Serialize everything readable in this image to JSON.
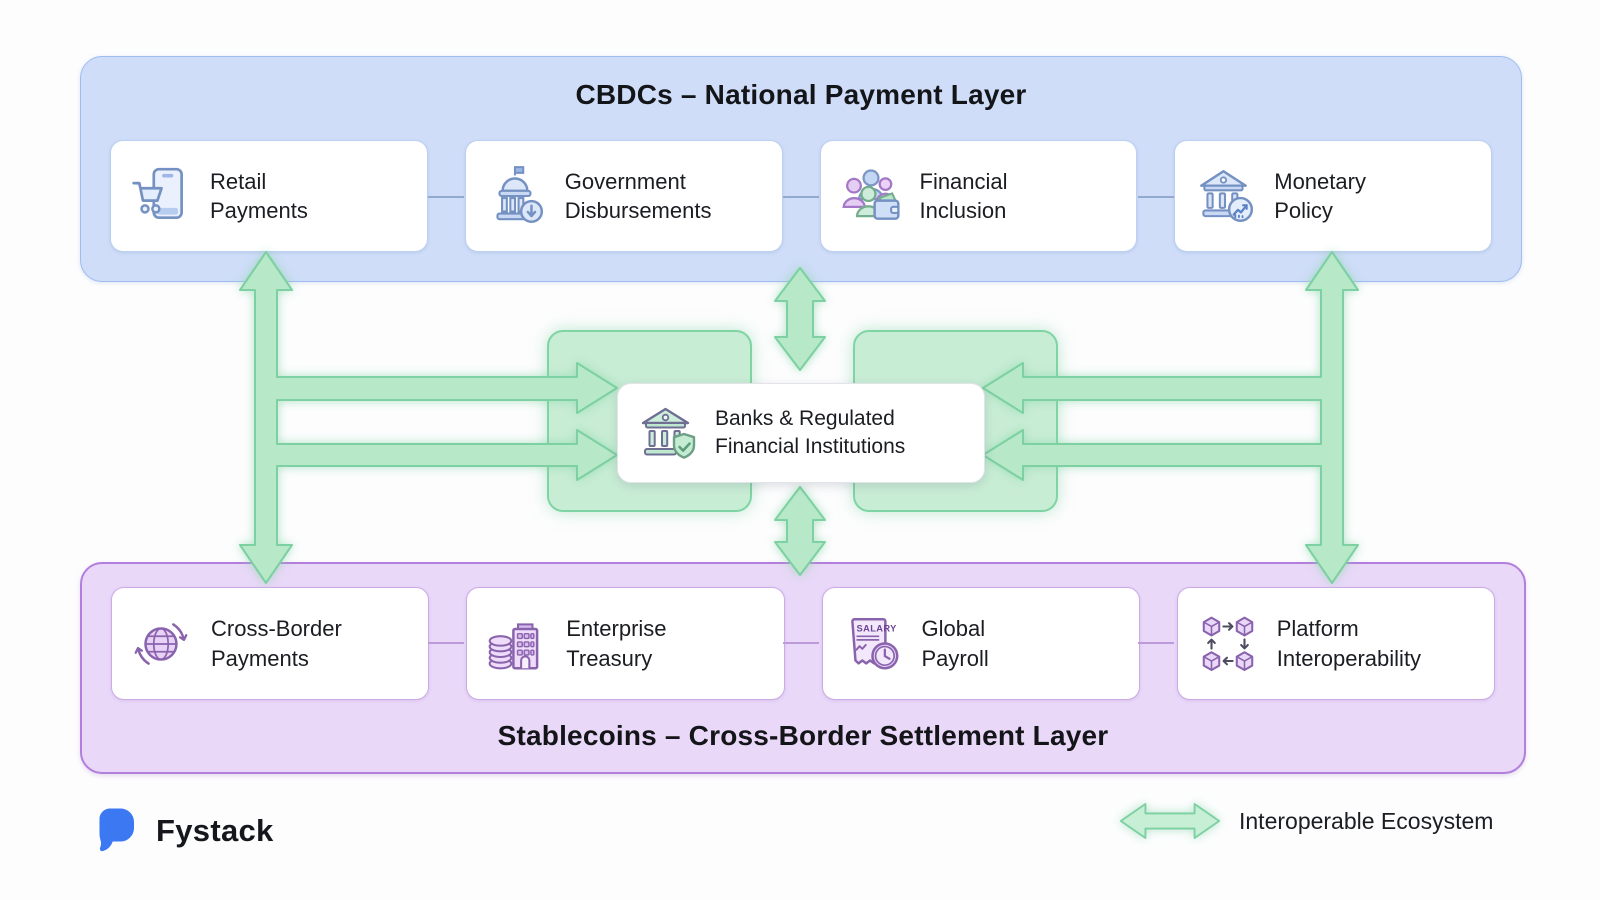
{
  "top_layer": {
    "title": "CBDCs – National Payment Layer",
    "bg": "#cfddf8",
    "border": "#9ebcf0",
    "cards": [
      {
        "label": "Retail\nPayments",
        "icon": "retail-payments-icon"
      },
      {
        "label": "Government\nDisbursements",
        "icon": "government-disbursements-icon"
      },
      {
        "label": "Financial\nInclusion",
        "icon": "financial-inclusion-icon"
      },
      {
        "label": "Monetary\nPolicy",
        "icon": "monetary-policy-icon"
      }
    ]
  },
  "center_hub": {
    "label": "Banks & Regulated\nFinancial Institutions",
    "icon": "bank-shield-icon",
    "bg": "#c8edd5",
    "border": "#7fd4a3"
  },
  "bottom_layer": {
    "title": "Stablecoins – Cross-Border Settlement Layer",
    "bg": "#e9d8f8",
    "border": "#b27fdc",
    "cards": [
      {
        "label": "Cross-Border\nPayments",
        "icon": "globe-exchange-icon"
      },
      {
        "label": "Enterprise\nTreasury",
        "icon": "treasury-building-icon"
      },
      {
        "label": "Global\nPayroll",
        "icon": "salary-slip-icon",
        "icon_text": "SALARY"
      },
      {
        "label": "Platform\nInteroperability",
        "icon": "linked-cubes-icon"
      }
    ]
  },
  "arrows": {
    "fill": "#b7e8c8",
    "stroke": "#7cd0a1"
  },
  "legend": {
    "label": "Interoperable Ecosystem",
    "icon": "double-arrow-icon"
  },
  "brand": {
    "name": "Fystack",
    "logo_color": "#3b78f2"
  }
}
